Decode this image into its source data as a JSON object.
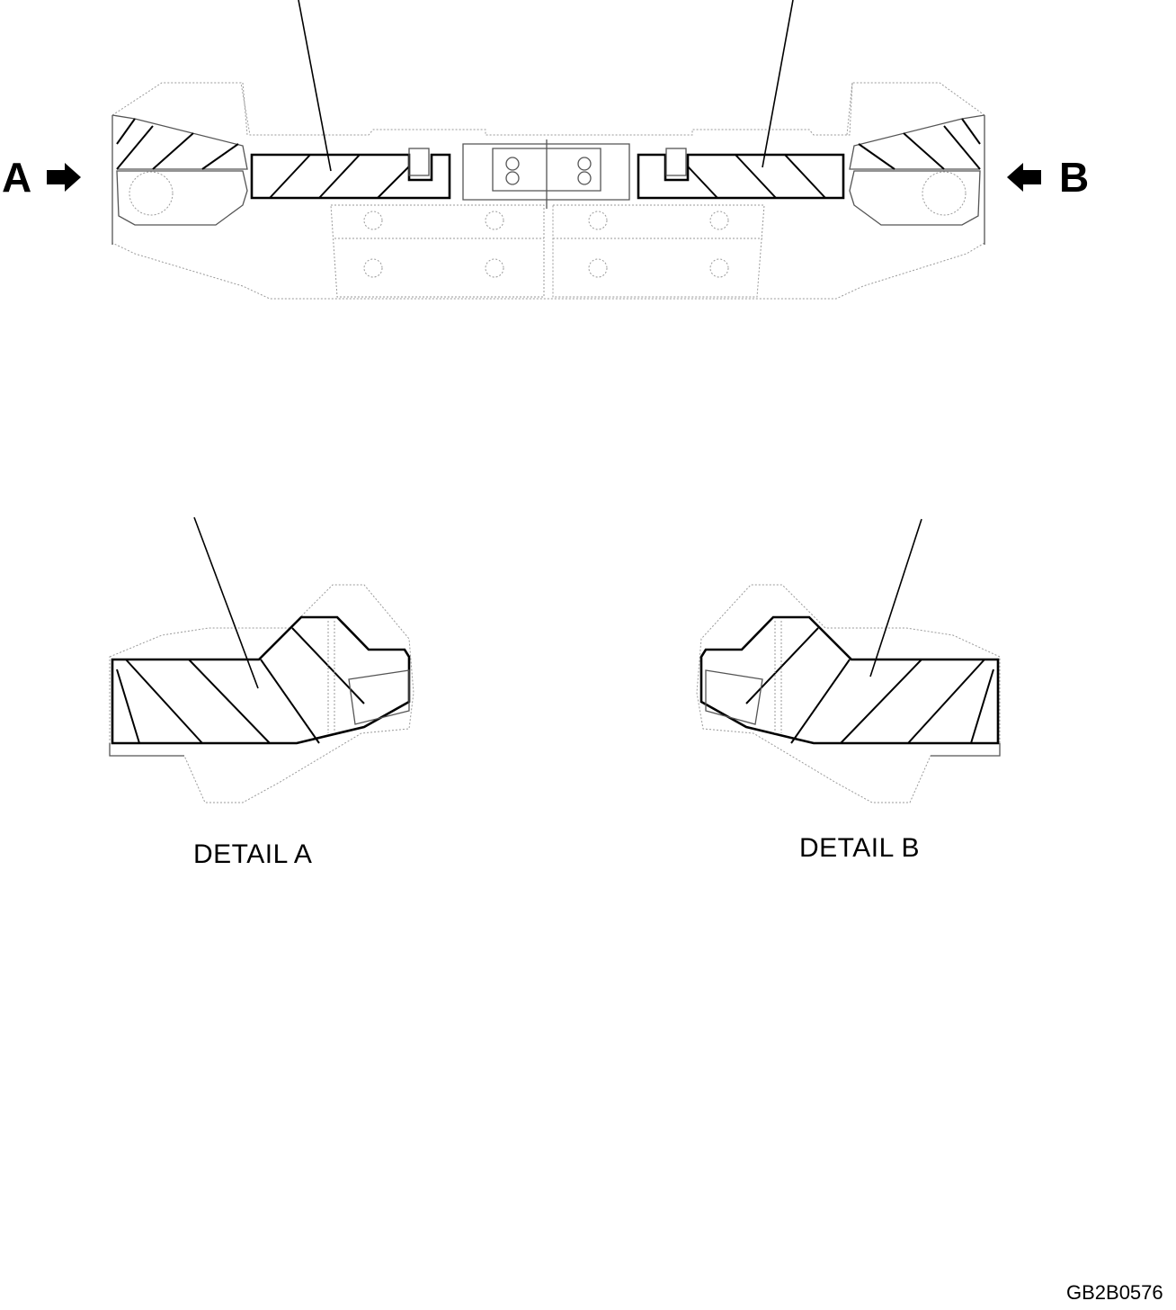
{
  "views": {
    "view_a_letter": "A",
    "view_b_letter": "B"
  },
  "details": {
    "detail_a_caption": "DETAIL A",
    "detail_b_caption": "DETAIL B"
  },
  "figure_code": "GB2B0576",
  "icons": {
    "arrow_a": "arrow-right-icon",
    "arrow_b": "arrow-left-icon"
  }
}
